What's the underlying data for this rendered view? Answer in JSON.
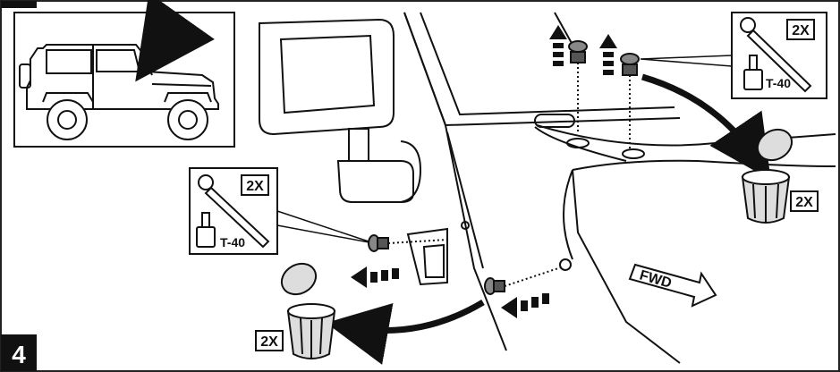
{
  "step": {
    "number": "4"
  },
  "callouts": {
    "qty_top_right": "2X",
    "qty_top_right_tool": "2X",
    "qty_left_tool": "2X",
    "qty_bin_right": "2X",
    "qty_bin_left": "2X"
  },
  "tools": {
    "bit_top_right": "T-40",
    "bit_left": "T-40"
  },
  "direction": {
    "label": "FWD"
  },
  "colors": {
    "ink": "#111111",
    "paper": "#ffffff",
    "shade": "#d9d9d9"
  }
}
